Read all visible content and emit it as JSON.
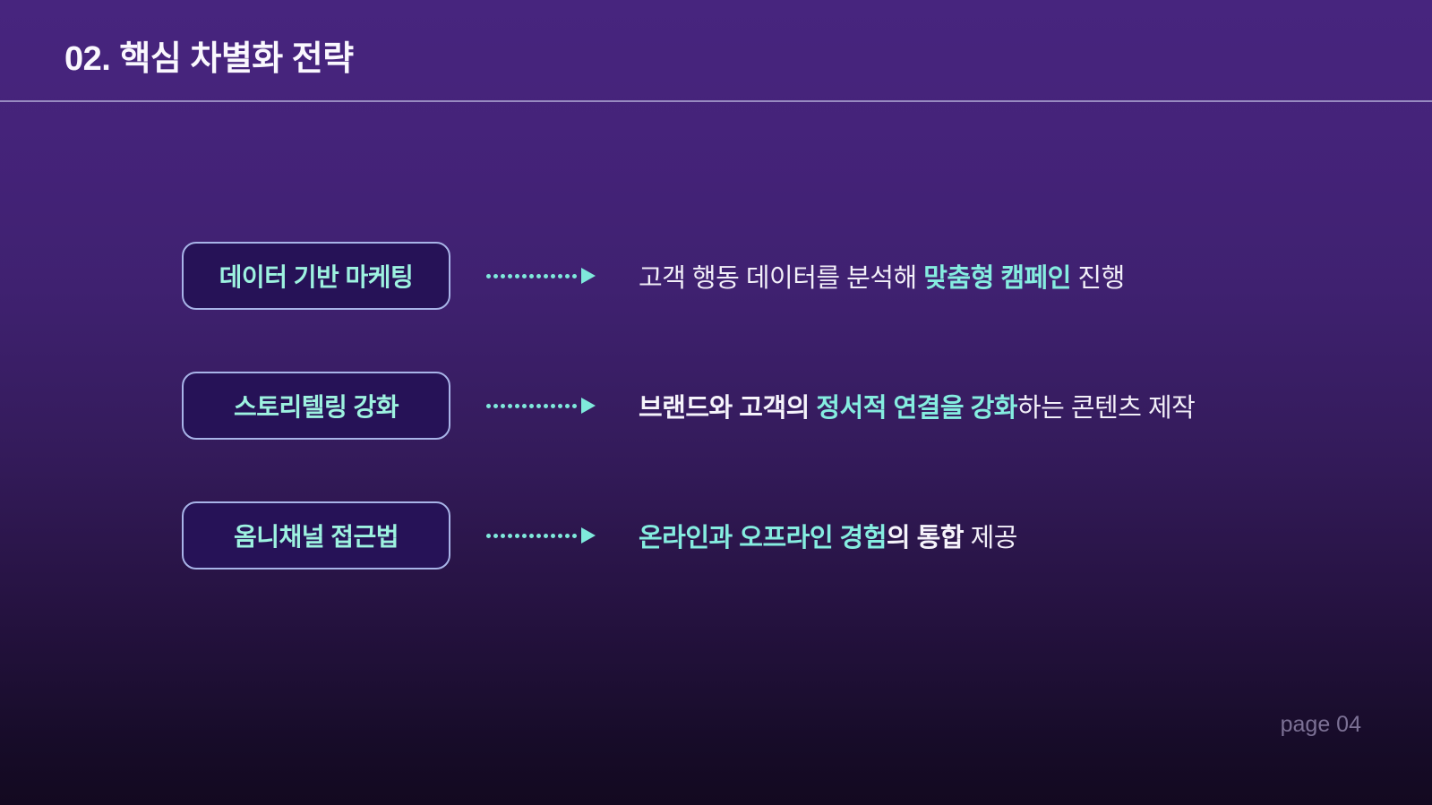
{
  "slide": {
    "title": "02. 핵심 차별화 전략",
    "page_label": "page 04",
    "colors": {
      "background_top": "#47257E",
      "background_bottom": "#130920",
      "accent_cyan": "#85EDE0",
      "pill_border": "#A8B4E8",
      "pill_background": "#261257",
      "pill_text": "#9DF2E0",
      "body_text": "#F2EFF8",
      "divider": "#A79CCE",
      "page_label_color": "#7C7195"
    },
    "rows": [
      {
        "label": "데이터 기반 마케팅",
        "description": [
          {
            "text": "고객 행동 데이터를 분석해 ",
            "style": "normal"
          },
          {
            "text": "맞춤형 캠페인",
            "style": "accent-bold"
          },
          {
            "text": " 진행",
            "style": "normal"
          }
        ]
      },
      {
        "label": "스토리텔링 강화",
        "description": [
          {
            "text": "브랜드와 고객의 ",
            "style": "bold"
          },
          {
            "text": "정서적 연결을 강화",
            "style": "accent-bold"
          },
          {
            "text": "하는 콘텐츠 제작",
            "style": "normal"
          }
        ]
      },
      {
        "label": "옴니채널 접근법",
        "description": [
          {
            "text": "온라인과 오프라인 경험",
            "style": "accent-bold"
          },
          {
            "text": "의 통합",
            "style": "bold"
          },
          {
            "text": " 제공",
            "style": "normal"
          }
        ]
      }
    ],
    "arrow": {
      "dot_count": 13,
      "color": "#7FE9DB"
    }
  }
}
